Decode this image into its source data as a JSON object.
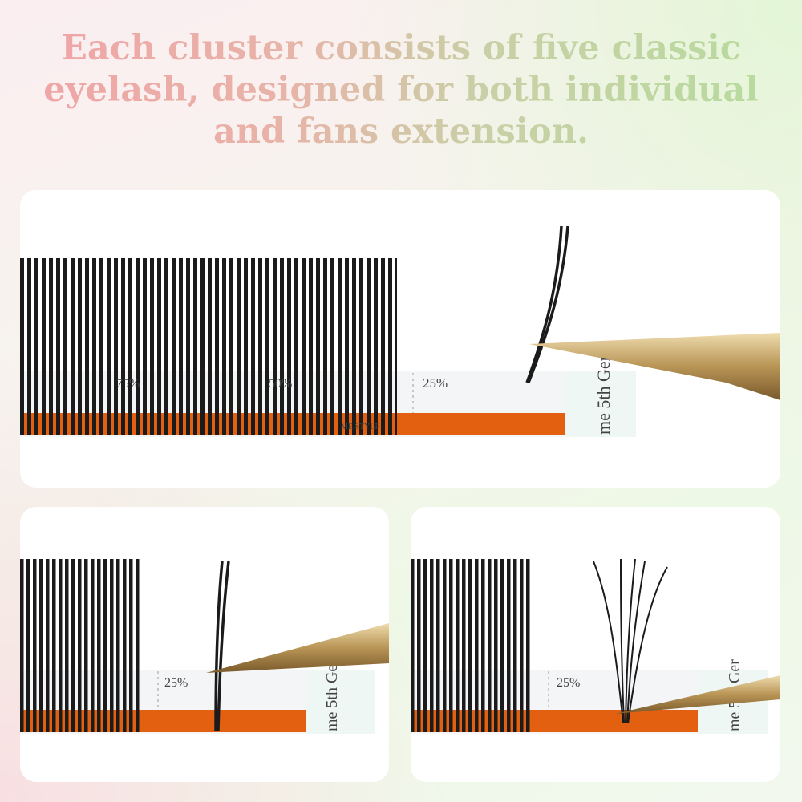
{
  "headline": {
    "lines": [
      "Each cluster consists of five classic",
      "eyelash, designed for both individual",
      "and fans extension."
    ]
  },
  "strip": {
    "mark_25": "25%",
    "mark_50": "50%",
    "mark_75": "75%",
    "side_label": "me 5th Ger",
    "band_label": "ME STYLE"
  },
  "colors": {
    "band": "#e2600f",
    "lash": "#1b1b1b",
    "tweezer": "#c7a866",
    "headline_start": "#f0a3a6",
    "headline_end": "#b6dc9d"
  },
  "panels": [
    {
      "name": "single-cluster-closed"
    },
    {
      "name": "cluster-pickup"
    },
    {
      "name": "cluster-fanned"
    }
  ]
}
